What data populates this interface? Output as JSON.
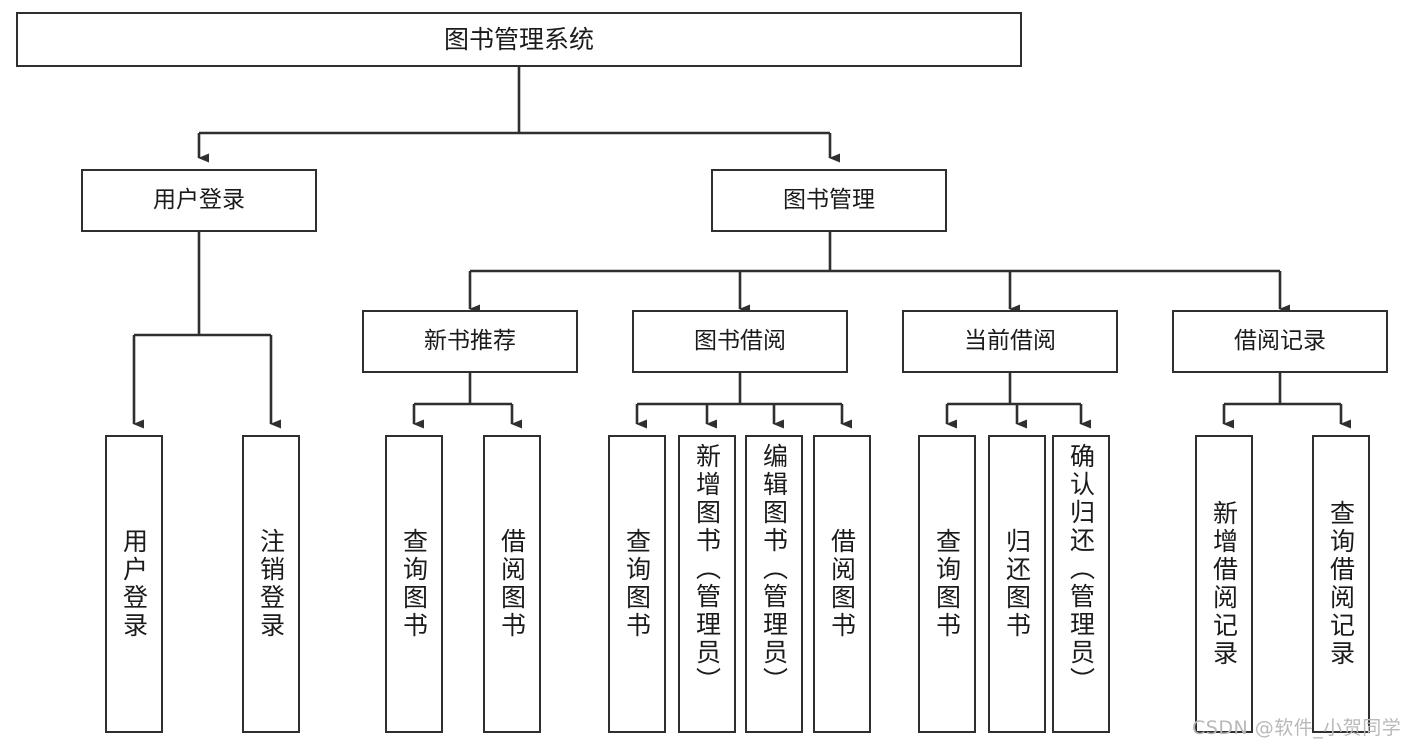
{
  "diagram": {
    "title": "图书管理系统",
    "type": "tree-hierarchy",
    "background_color": "#ffffff",
    "line_color": "#2f2f2f",
    "text_color": "#1b1b1b"
  },
  "nodes": {
    "root": {
      "label": "图书管理系统"
    },
    "level1": [
      {
        "id": "user-login",
        "label": "用户登录"
      },
      {
        "id": "book-manage",
        "label": "图书管理"
      }
    ],
    "level2": [
      {
        "id": "new-book-rec",
        "label": "新书推荐"
      },
      {
        "id": "book-borrow",
        "label": "图书借阅"
      },
      {
        "id": "current-borrow",
        "label": "当前借阅"
      },
      {
        "id": "borrow-record",
        "label": "借阅记录"
      }
    ],
    "leaves": {
      "user_login": [
        {
          "id": "leaf-user-login",
          "label": "用户登录"
        },
        {
          "id": "leaf-logout",
          "label": "注销登录"
        }
      ],
      "new_book_rec": [
        {
          "id": "leaf-query-book-1",
          "label": "查询图书"
        },
        {
          "id": "leaf-borrow-book-1",
          "label": "借阅图书"
        }
      ],
      "book_borrow": [
        {
          "id": "leaf-query-book-2",
          "label": "查询图书"
        },
        {
          "id": "leaf-add-book",
          "label": "新增图书（管理员）"
        },
        {
          "id": "leaf-edit-book",
          "label": "编辑图书（管理员）"
        },
        {
          "id": "leaf-borrow-book-2",
          "label": "借阅图书"
        }
      ],
      "current_borrow": [
        {
          "id": "leaf-query-book-3",
          "label": "查询图书"
        },
        {
          "id": "leaf-return-book",
          "label": "归还图书"
        },
        {
          "id": "leaf-confirm-return",
          "label": "确认归还（管理员）"
        }
      ],
      "borrow_record": [
        {
          "id": "leaf-add-record",
          "label": "新增借阅记录"
        },
        {
          "id": "leaf-query-record",
          "label": "查询借阅记录"
        }
      ]
    }
  },
  "watermark": {
    "text": "CSDN @软件_小贺同学"
  }
}
